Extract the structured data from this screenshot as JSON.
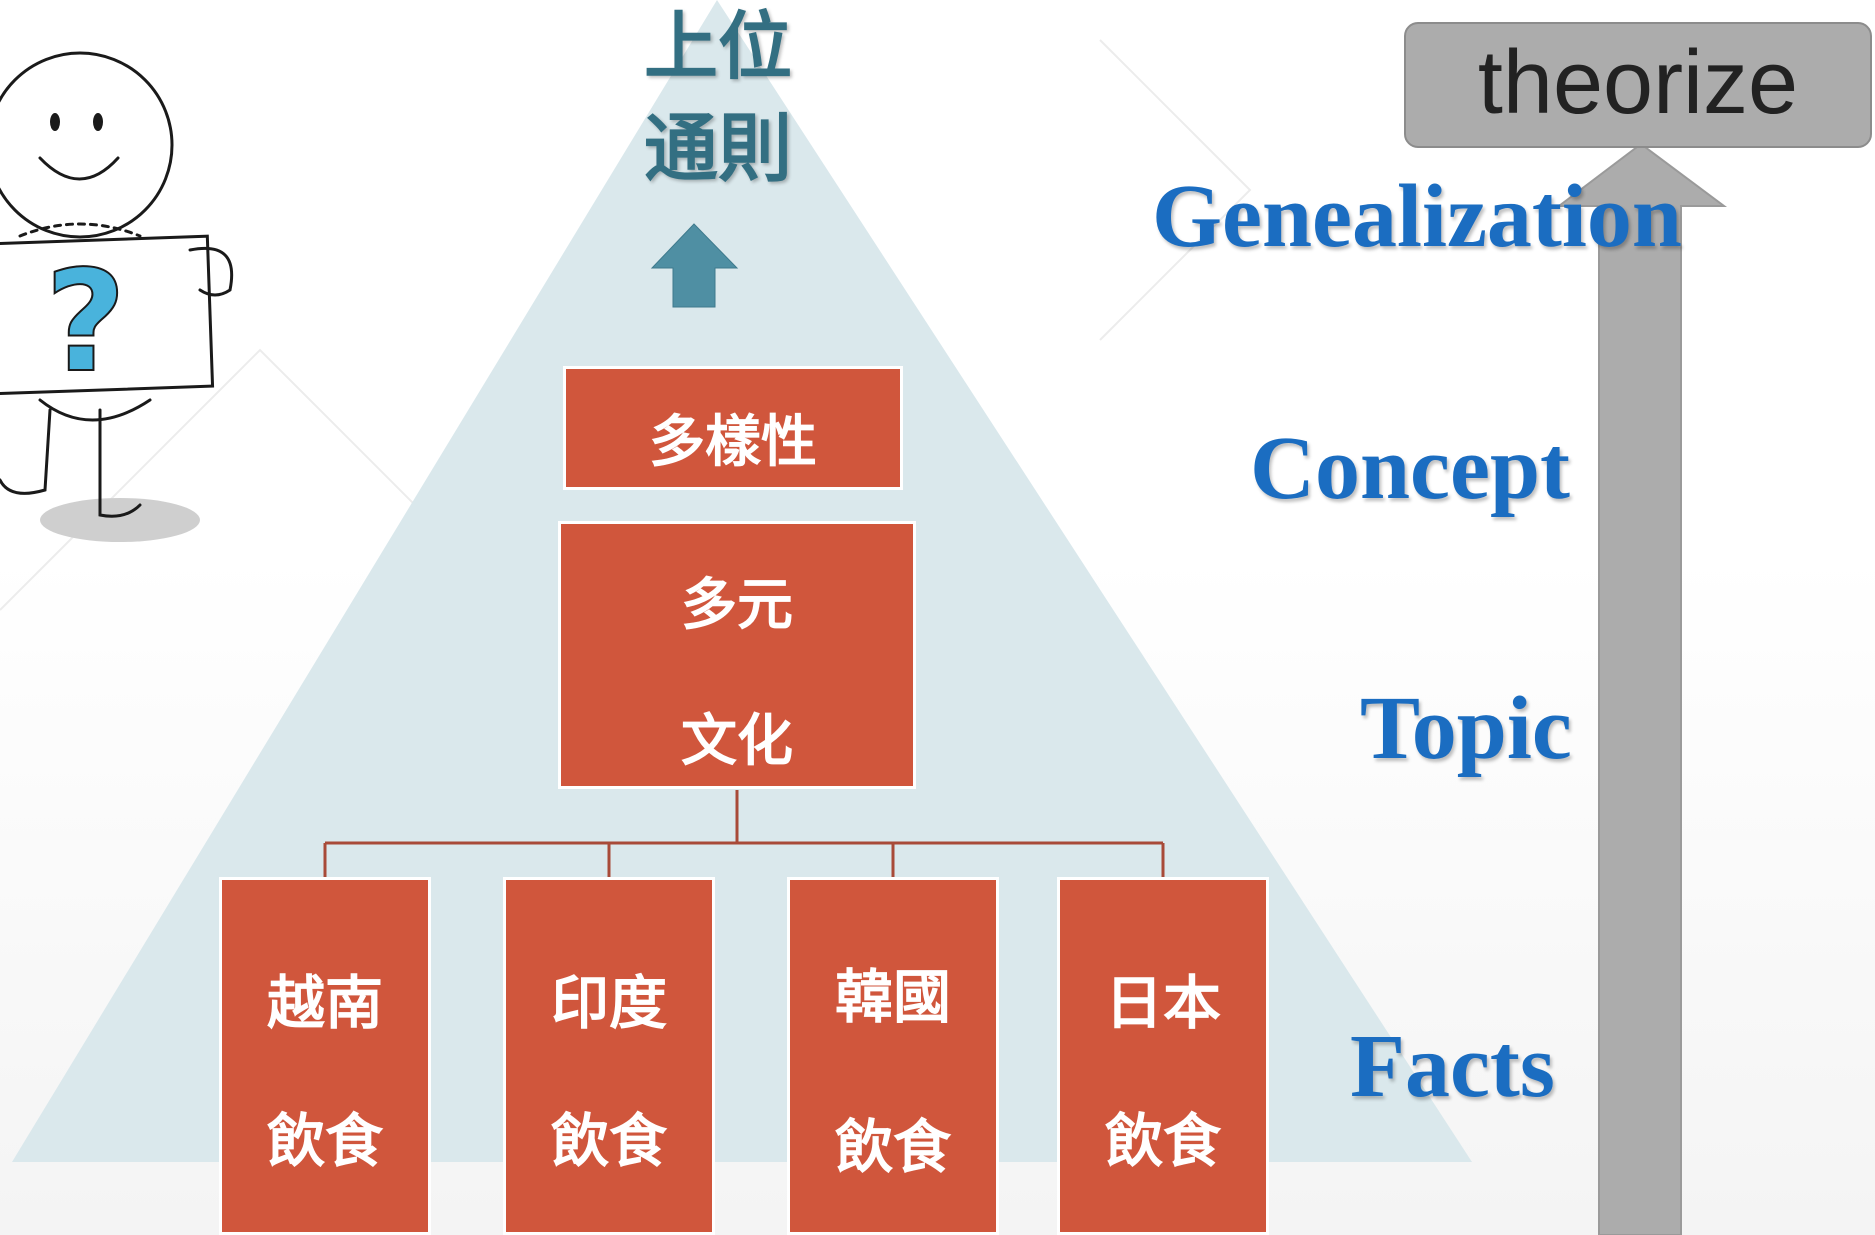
{
  "diagram": {
    "top_label": {
      "line1": "上位",
      "line2": "通則"
    },
    "diversity_box": "多樣性",
    "culture_box": {
      "line1": "多元",
      "line2": "文化"
    },
    "fact_boxes": [
      {
        "line1": "越南",
        "line2": "飲食"
      },
      {
        "line1": "印度",
        "line2": "飲食"
      },
      {
        "line1": "韓國",
        "line2": "飲食"
      },
      {
        "line1": "日本",
        "line2": "飲食"
      }
    ]
  },
  "levels": {
    "theorize": "theorize",
    "generalization": "Genealization",
    "concept": "Concept",
    "topic": "Topic",
    "facts": "Facts"
  },
  "colors": {
    "triangle": "#dae8ec",
    "box": "#d0563c",
    "top_label": "#336f82",
    "up_arrow": "#4f8fa3",
    "level_text": "#1b6dc1",
    "right_arrow": "#acacac"
  },
  "icons": [
    "stick-figure-holding-question-sign",
    "question-mark-icon",
    "up-arrow-icon",
    "connector-lines"
  ]
}
